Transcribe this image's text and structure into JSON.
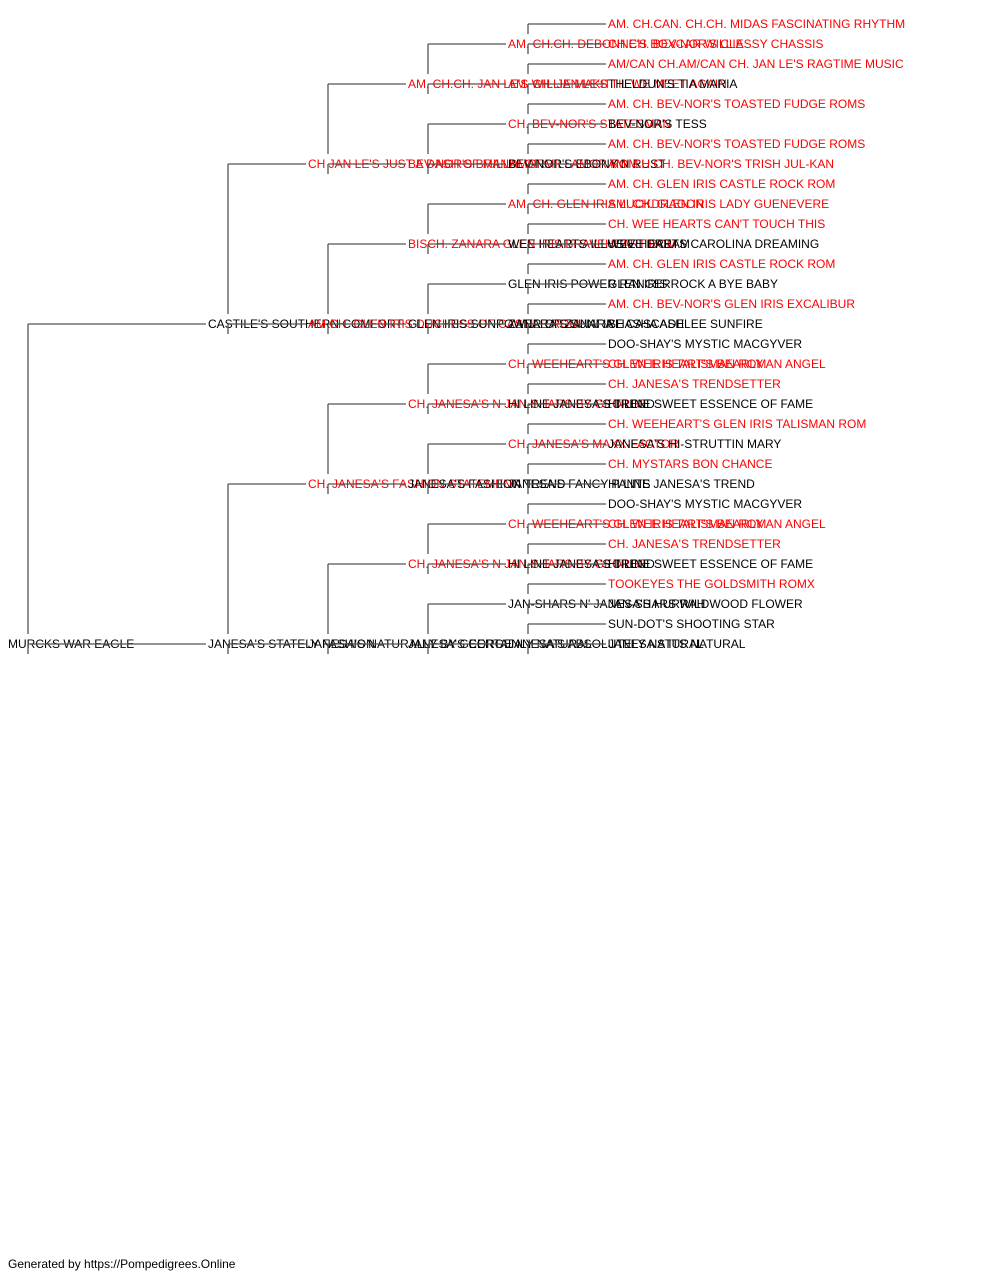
{
  "colors": {
    "champion": "#ff0000",
    "normal": "#000000",
    "line": "#555555"
  },
  "pedigree": {
    "name": "MURCKS WAR EAGLE",
    "champion": false,
    "sire": {
      "name": "CASTILE'S SOUTHERN COMFORT",
      "champion": false,
      "sire": {
        "name": "CH JAN LE'S JUST A DASH OF MILLAMOR",
        "champion": true,
        "sire": {
          "name": "AM. CH.CH. JAN LE'S WILLIE MAKIT",
          "champion": true,
          "sire": {
            "name": "AM. CH.CH. DEBONNE'S BOXCAR WILLIE",
            "champion": true,
            "sire": {
              "name": "AM. CH.CAN. CH.CH. MIDAS FASCINATING RHYTHM",
              "champion": true
            },
            "dam": {
              "name": "CH.CH. BEV-NOR'S CLASSY CHASSIS",
              "champion": true
            }
          },
          "dam": {
            "name": "AM. CH. JAN LE'S TIL WE MEET AGAIN",
            "champion": true,
            "sire": {
              "name": "AM/CAN CH.AM/CAN CH. JAN LE'S RAGTIME MUSIC",
              "champion": true
            },
            "dam": {
              "name": "THELDUN'S TIA MARIA",
              "champion": false
            }
          }
        },
        "dam": {
          "name": "BEV-NOR'S BRANDI OF MILLAMOR ROM",
          "champion": true,
          "sire": {
            "name": "CH. BEV-NOR'S STATESMAN",
            "champion": true,
            "sire": {
              "name": "AM. CH. BEV-NOR'S TOASTED FUDGE ROMS",
              "champion": true
            },
            "dam": {
              "name": "BEV-NOR'S TESS",
              "champion": false
            }
          },
          "dam": {
            "name": "BEV-NOR'S EBONY N RUST",
            "champion": false,
            "sire": {
              "name": "AM. CH. BEV-NOR'S TOASTED FUDGE ROMS",
              "champion": true
            },
            "dam": {
              "name": "AM. CH.CH. BEV-NOR'S TRISH JUL-KAN",
              "champion": true
            }
          }
        }
      },
      "dam": {
        "name": "AM CH. GLEN IRIS DUCHESS OF CASTILE ROM",
        "champion": true,
        "sire": {
          "name": "BISCH. ZANARA GLEN IRIS BRAVEHEART ROM",
          "champion": true,
          "sire": {
            "name": "AM. CH. GLEN IRIS LUCKDRAGON",
            "champion": true,
            "sire": {
              "name": "AM. CH. GLEN IRIS CASTLE ROCK ROM",
              "champion": true
            },
            "dam": {
              "name": "AM. CH. GLEN IRIS LADY GUENEVERE",
              "champion": true
            }
          },
          "dam": {
            "name": "WEE HEARTS ILLUSIVE DREAM",
            "champion": false,
            "sire": {
              "name": "CH. WEE HEARTS CAN'T TOUCH THIS",
              "champion": true
            },
            "dam": {
              "name": "WEE HEARTS CAROLINA DREAMING",
              "champion": false
            }
          }
        },
        "dam": {
          "name": "GLEN IRIS SUNPOWER OF ZANARA",
          "champion": false,
          "sire": {
            "name": "GLEN IRIS POWER RANGER",
            "champion": false,
            "sire": {
              "name": "AM. CH. GLEN IRIS CASTLE ROCK ROM",
              "champion": true
            },
            "dam": {
              "name": "GLEN IRIS ROCK A BYE BABY",
              "champion": false
            }
          },
          "dam": {
            "name": "ZANARA'S SUNFIRE CASCADE",
            "champion": false,
            "sire": {
              "name": "AM. CH. BEV-NOR'S GLEN IRIS EXCALIBUR",
              "champion": true
            },
            "dam": {
              "name": "SHASHA ASHLEE SUNFIRE",
              "champion": false
            }
          }
        }
      }
    },
    "dam": {
      "name": "JANESA'S STATELY FASHION",
      "champion": false,
      "sire": {
        "name": "CH. JANESA'S FASHION STATEMENT",
        "champion": true,
        "sire": {
          "name": "CH. JANESA'S N JAN-SHARS BY GEORGE",
          "champion": true,
          "sire": {
            "name": "CH. WEEHEART'S GLEN IRIS TALISMAN ROM",
            "champion": true,
            "sire": {
              "name": "DOO-SHAY'S MYSTIC MACGYVER",
              "champion": false
            },
            "dam": {
              "name": "CH. WEE HEART'S BEARLY AN ANGEL",
              "champion": true
            }
          },
          "dam": {
            "name": "HI LINE JANESA'S TREND",
            "champion": false,
            "sire": {
              "name": "CH. JANESA'S TRENDSETTER",
              "champion": true
            },
            "dam": {
              "name": "HI-LINE SWEET ESSENCE OF FAME",
              "champion": false
            }
          }
        },
        "dam": {
          "name": "JANESA'S FASHION TREND",
          "champion": false,
          "sire": {
            "name": "CH. JANESA'S MAXX-FACTOR",
            "champion": true,
            "sire": {
              "name": "CH. WEEHEART'S GLEN IRIS TALISMAN ROM",
              "champion": true
            },
            "dam": {
              "name": "JANESA'S HI-STRUTTIN MARY",
              "champion": false
            }
          },
          "dam": {
            "name": "JANESA'S FANCY PANTS",
            "champion": false,
            "sire": {
              "name": "CH. MYSTARS BON CHANCE",
              "champion": true
            },
            "dam": {
              "name": "HI LINE JANESA'S TREND",
              "champion": false
            }
          }
        }
      },
      "dam": {
        "name": "JANESA'S NATURALLY BY GEORGE",
        "champion": false,
        "sire": {
          "name": "CH. JANESA'S N JAN-SHARS BY GEORGE",
          "champion": true,
          "sire": {
            "name": "CH. WEEHEART'S GLEN IRIS TALISMAN ROM",
            "champion": true,
            "sire": {
              "name": "DOO-SHAY'S MYSTIC MACGYVER",
              "champion": false
            },
            "dam": {
              "name": "CH. WEE HEART'S BEARLY AN ANGEL",
              "champion": true
            }
          },
          "dam": {
            "name": "HI LINE JANESA'S TREND",
            "champion": false,
            "sire": {
              "name": "CH. JANESA'S TRENDSETTER",
              "champion": true
            },
            "dam": {
              "name": "HI-LINE SWEET ESSENCE OF FAME",
              "champion": false
            }
          }
        },
        "dam": {
          "name": "JANESA'S CERTAINLY NATURAL",
          "champion": false,
          "sire": {
            "name": "JAN-SHARS N' JANESA'S HURRAH",
            "champion": false,
            "sire": {
              "name": "TOOKEYES THE GOLDSMITH ROMX",
              "champion": true
            },
            "dam": {
              "name": "JAN-SHARS WILDWOOD FLOWER",
              "champion": false
            }
          },
          "dam": {
            "name": "JANESA'S ABSOLUTELY NATURAL",
            "champion": false,
            "sire": {
              "name": "SUN-DOT'S SHOOTING STAR",
              "champion": false
            },
            "dam": {
              "name": "JANESA'S ITS NATURAL",
              "champion": false
            }
          }
        }
      }
    }
  },
  "footer": "Generated by https://Pompedigrees.Online"
}
